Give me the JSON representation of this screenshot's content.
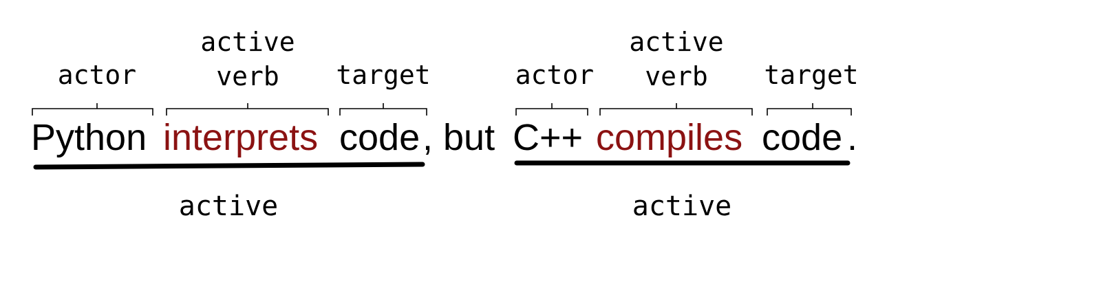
{
  "clause1": {
    "words": {
      "actor": "Python",
      "verb": "interprets",
      "target": "code",
      "punct": ", but"
    },
    "labels": {
      "actor": "actor",
      "verb_line1": "active",
      "verb_line2": "verb",
      "target": "target"
    },
    "voice": "active"
  },
  "clause2": {
    "words": {
      "actor": "C++",
      "verb": "compiles",
      "target": "code",
      "punct": "."
    },
    "labels": {
      "actor": "actor",
      "verb_line1": "active",
      "verb_line2": "verb",
      "target": "target"
    },
    "voice": "active"
  },
  "colors": {
    "verb": "#8b1212",
    "text": "#000000"
  }
}
